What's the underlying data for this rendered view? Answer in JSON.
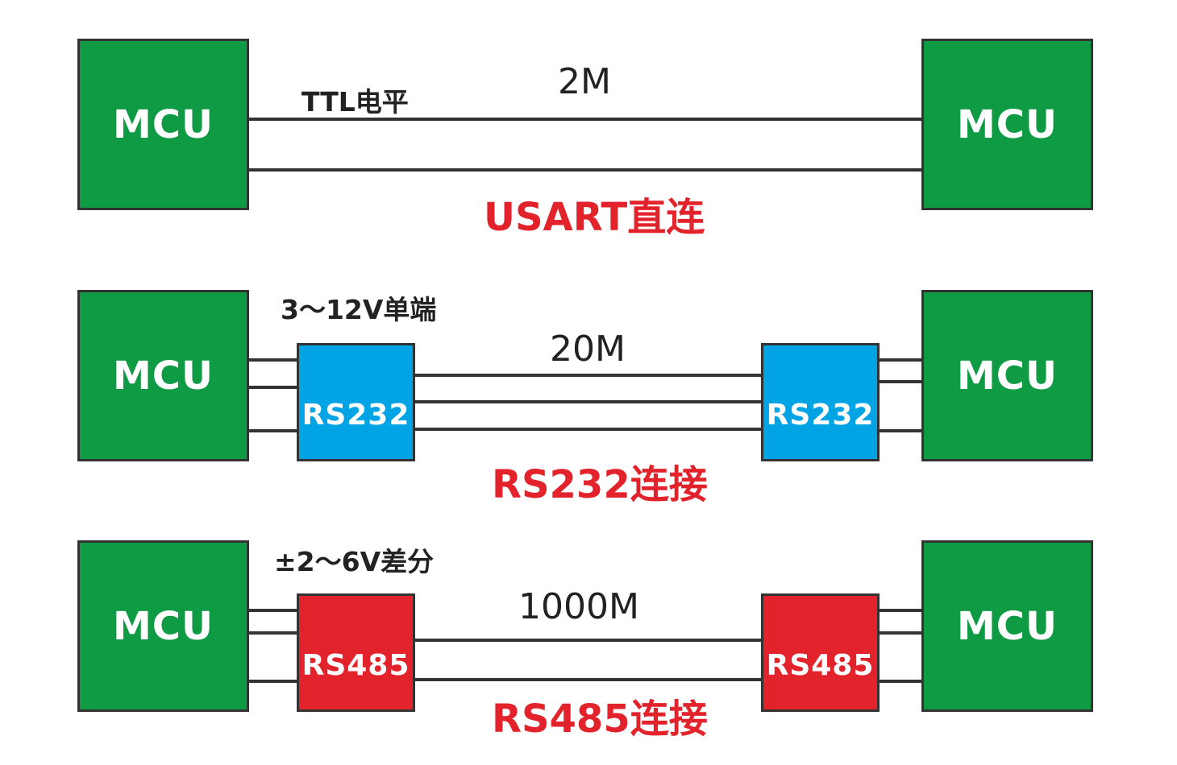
{
  "colors": {
    "mcu": "#0f9a44",
    "rs232": "#00a3e4",
    "rs485": "#e3232b",
    "caption": "#e3232b",
    "wire": "#333333"
  },
  "rows": [
    {
      "left_box": "MCU",
      "right_box": "MCU",
      "speed": "2M",
      "level": "TTL电平",
      "caption": "USART直连"
    },
    {
      "left_box": "MCU",
      "right_box": "MCU",
      "left_chip": "RS232",
      "right_chip": "RS232",
      "speed": "20M",
      "level": "3～12V单端",
      "caption": "RS232连接"
    },
    {
      "left_box": "MCU",
      "right_box": "MCU",
      "left_chip": "RS485",
      "right_chip": "RS485",
      "speed": "1000M",
      "level": "±2～6V差分",
      "caption": "RS485连接"
    }
  ]
}
